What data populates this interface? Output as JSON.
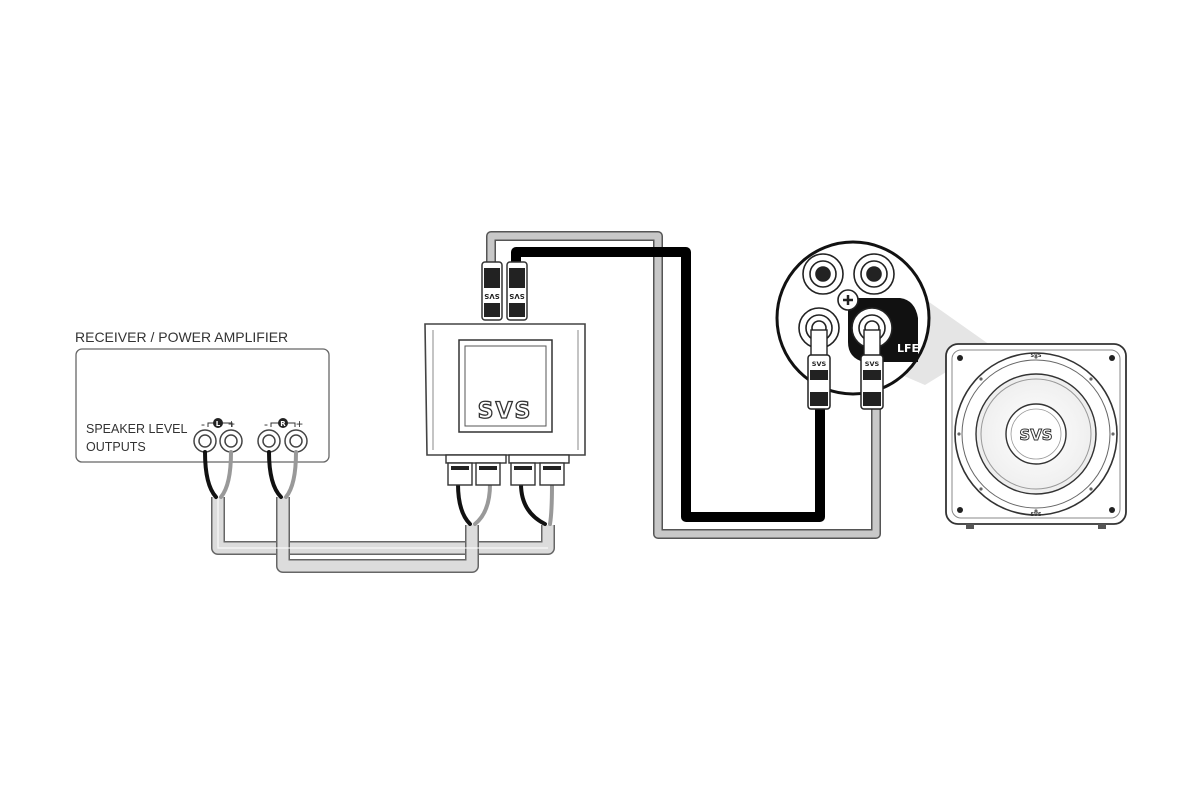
{
  "receiver": {
    "title": "RECEIVER / POWER AMPLIFIER",
    "outputs_line1": "SPEAKER LEVEL",
    "outputs_line2": "OUTPUTS",
    "left_channel": "L",
    "right_channel": "R",
    "minus": "-",
    "plus": "+"
  },
  "converter": {
    "brand": "SVS",
    "rca_brand": "SVS"
  },
  "sub_panel": {
    "lfe_label": "LFE",
    "plug_brand": "SVS"
  },
  "subwoofer": {
    "brand": "SVS",
    "small_brand": "SVS"
  },
  "colors": {
    "dark_wire": "#111111",
    "light_wire": "#9a9a9a",
    "cable_jacket": "#d9d9d9",
    "outline": "#555555"
  }
}
